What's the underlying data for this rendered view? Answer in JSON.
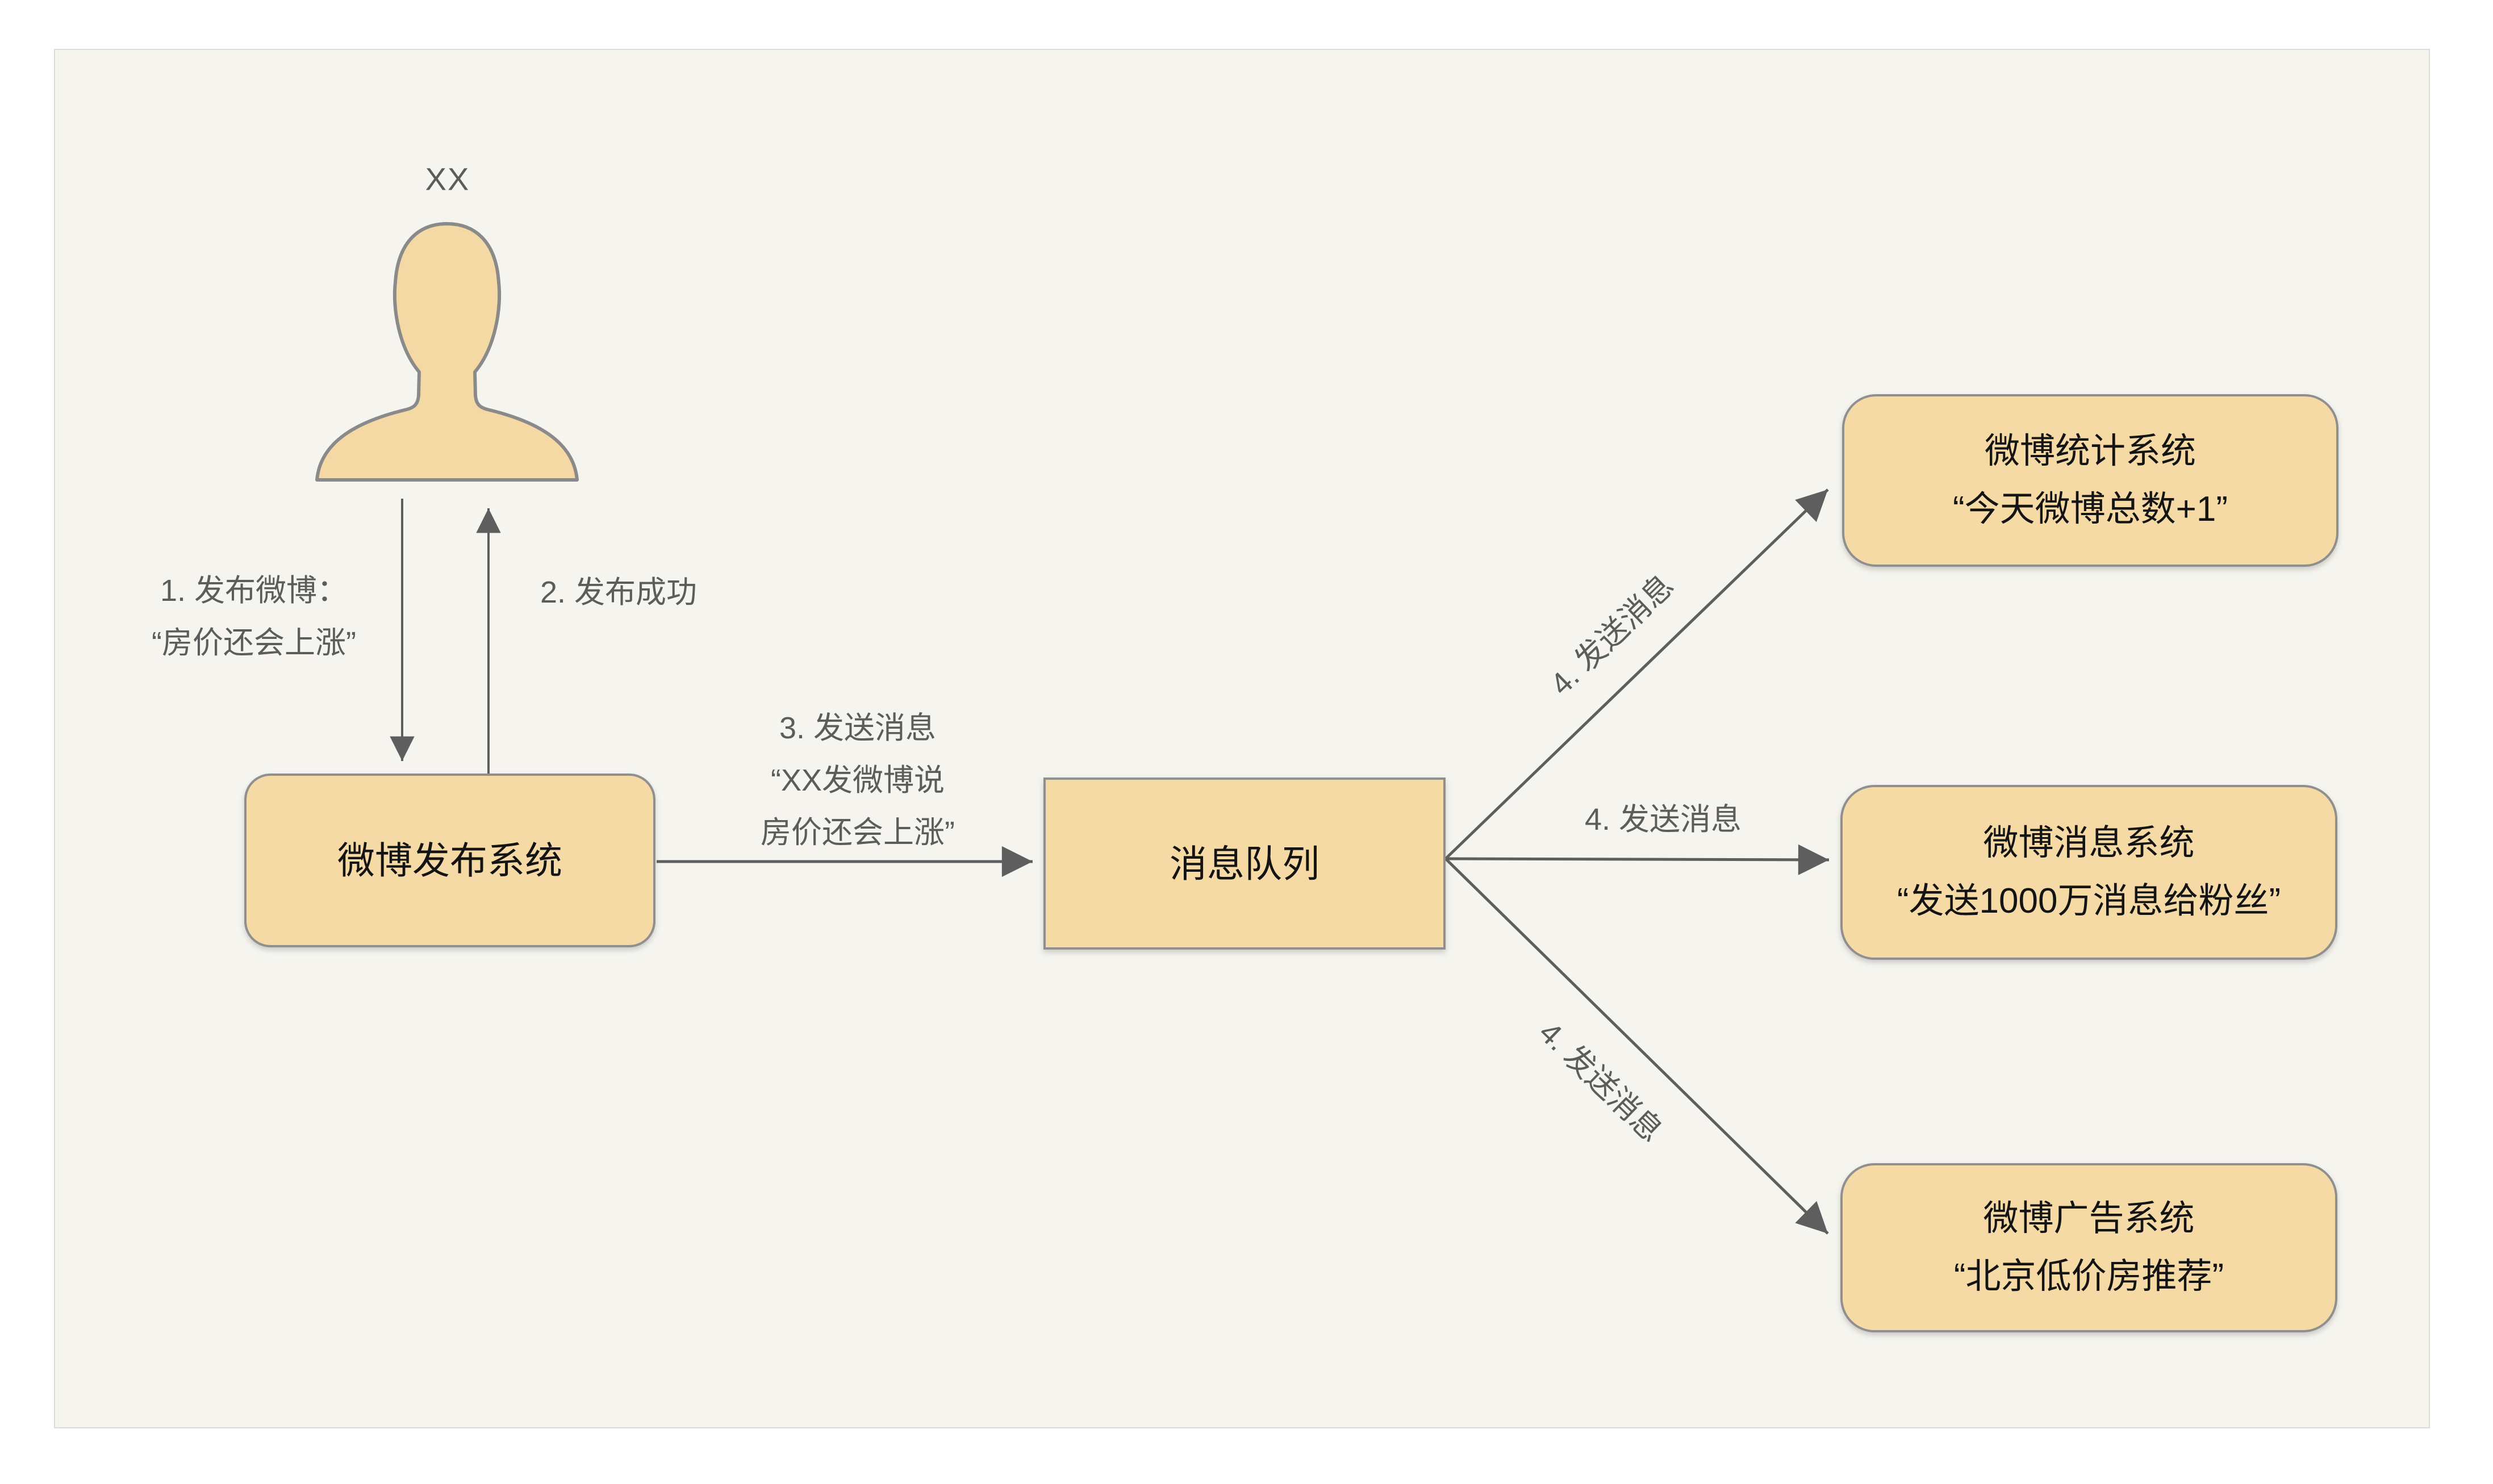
{
  "diagram": {
    "actor": {
      "label": "XX"
    },
    "nodes": {
      "publisher": {
        "label": "微博发布系统"
      },
      "queue": {
        "label": "消息队列"
      },
      "stats": {
        "title": "微博统计系统",
        "quote": "“今天微博总数+1”"
      },
      "messaging": {
        "title": "微博消息系统",
        "quote": "“发送1000万消息给粉丝”"
      },
      "ads": {
        "title": "微博广告系统",
        "quote": "“北京低价房推荐”"
      }
    },
    "edge_labels": {
      "step1_line1": "1. 发布微博：",
      "step1_line2": "“房价还会上涨”",
      "step2": "2. 发布成功",
      "step3_line1": "3. 发送消息",
      "step3_line2": "“XX发微博说",
      "step3_line3": "房价还会上涨”",
      "step4_top": "4. 发送消息",
      "step4_middle": "4. 发送消息",
      "step4_bottom": "4. 发送消息"
    },
    "colors": {
      "page_bg": "#FFFFFF",
      "canvas_fill": "#F5F4EF",
      "canvas_border": "#DCDCD6",
      "node_fill": "#F6DAA5",
      "node_border": "#8F8F8F",
      "node_text": "#141414",
      "edge_line": "#5E5E5E",
      "edge_text": "#5C5C5C",
      "person_fill": "#F5D9A4",
      "person_stroke": "#8A8A8A"
    }
  }
}
